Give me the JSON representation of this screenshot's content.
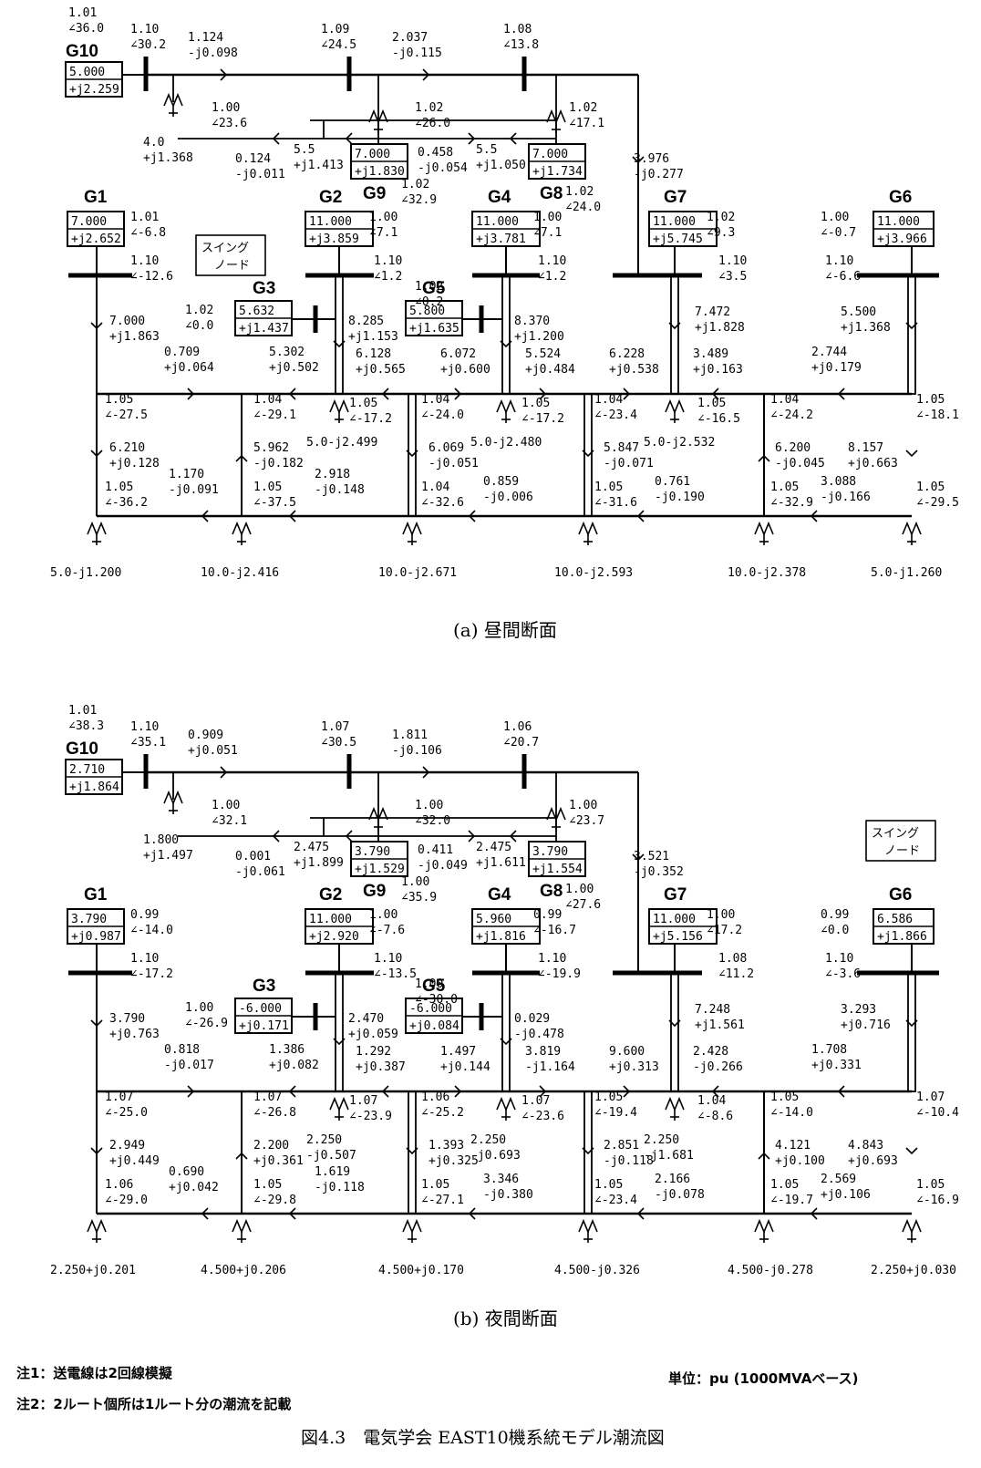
{
  "panels": [
    {
      "caption": "(a) 昼間断面",
      "boxes": {
        "G10": [
          "5.000",
          "+j2.259"
        ],
        "G9": [
          "7.000",
          "+j1.830"
        ],
        "G8": [
          "7.000",
          "+j1.734"
        ],
        "G1": [
          "7.000",
          "+j2.652"
        ],
        "G2": [
          "11.000",
          "+j3.859"
        ],
        "G4": [
          "11.000",
          "+j3.781"
        ],
        "G7": [
          "11.000",
          "+j5.745"
        ],
        "G6": [
          "11.000",
          "+j3.966"
        ],
        "G3": [
          "5.632",
          "+j1.437"
        ],
        "G5": [
          "5.800",
          "+j1.635"
        ]
      },
      "swing": [
        "スイング",
        "ノード"
      ],
      "texts": {
        "v_g10_term": [
          "1.01",
          "∠36.0"
        ],
        "v_bus_g10": [
          "1.10",
          "∠30.2"
        ],
        "flow_top1": [
          "1.124",
          "-j0.098"
        ],
        "v_bus_top2": [
          "1.09",
          "∠24.5"
        ],
        "flow_top2": [
          "2.037",
          "-j0.115"
        ],
        "v_bus_top3": [
          "1.08",
          "∠13.8"
        ],
        "v_load_a": [
          "1.00",
          "∠23.6"
        ],
        "v_load_b": [
          "1.02",
          "∠26.0"
        ],
        "v_load_c": [
          "1.02",
          "∠17.1"
        ],
        "load_a": [
          "4.0",
          "+j1.368"
        ],
        "flow_mid1": [
          "0.124",
          "-j0.011"
        ],
        "flow_mid2": [
          "5.5",
          "+j1.413"
        ],
        "flow_mid3": [
          "0.458",
          "-j0.054"
        ],
        "flow_mid4": [
          "5.5",
          "+j1.050"
        ],
        "flow_tie": [
          "3.976",
          "-j0.277"
        ],
        "v_g9_term": [
          "1.02",
          "∠32.9"
        ],
        "v_g8_term": [
          "1.02",
          "∠24.0"
        ],
        "v_g1_term": [
          "1.01",
          "∠-6.8"
        ],
        "v_g2_term": [
          "1.00",
          "∠7.1"
        ],
        "v_g4_term": [
          "1.00",
          "∠7.1"
        ],
        "v_g7_term": [
          "1.02",
          "∠9.3"
        ],
        "v_g6_term": [
          "1.00",
          "∠-0.7"
        ],
        "v_bus_g1": [
          "1.10",
          "∠-12.6"
        ],
        "v_bus_g2": [
          "1.10",
          "∠1.2"
        ],
        "v_bus_g4": [
          "1.10",
          "∠1.2"
        ],
        "v_bus_g7": [
          "1.10",
          "∠3.5"
        ],
        "v_bus_g6": [
          "1.10",
          "∠-6.6"
        ],
        "v_g3_term": [
          "1.02",
          "∠0.0"
        ],
        "v_g5_term": [
          "1.02",
          "∠0.2"
        ],
        "flow_g1": [
          "7.000",
          "+j1.863"
        ],
        "flow_g2": [
          "8.285",
          "+j1.153"
        ],
        "flow_g4": [
          "8.370",
          "+j1.200"
        ],
        "flow_g7": [
          "7.472",
          "+j1.828"
        ],
        "flow_g6": [
          "5.500",
          "+j1.368"
        ],
        "flow_s1": [
          "0.709",
          "+j0.064"
        ],
        "flow_s2": [
          "5.302",
          "+j0.502"
        ],
        "flow_s3": [
          "6.128",
          "+j0.565"
        ],
        "flow_s4": [
          "6.072",
          "+j0.600"
        ],
        "flow_s5": [
          "5.524",
          "+j0.484"
        ],
        "flow_s6": [
          "6.228",
          "+j0.538"
        ],
        "flow_s7": [
          "3.489",
          "+j0.163"
        ],
        "flow_s8": [
          "2.744",
          "+j0.179"
        ],
        "v_ub1": [
          "1.05",
          "∠-27.5"
        ],
        "v_ub2": [
          "1.04",
          "∠-29.1"
        ],
        "v_ub3": [
          "1.05",
          "∠-17.2"
        ],
        "v_ub4": [
          "1.04",
          "∠-24.0"
        ],
        "v_ub5": [
          "1.05",
          "∠-17.2"
        ],
        "v_ub6": [
          "1.04",
          "∠-23.4"
        ],
        "v_ub7": [
          "1.05",
          "∠-16.5"
        ],
        "v_ub8": [
          "1.04",
          "∠-24.2"
        ],
        "v_ub9": [
          "1.05",
          "∠-18.1"
        ],
        "load_u1": [
          "5.0-j2.499"
        ],
        "load_u2": [
          "5.0-j2.480"
        ],
        "load_u3": [
          "5.0-j2.532"
        ],
        "flow_d1": [
          "6.210",
          "+j0.128"
        ],
        "flow_d2": [
          "5.962",
          "-j0.182"
        ],
        "flow_d3": [
          "6.069",
          "-j0.051"
        ],
        "flow_d4": [
          "5.847",
          "-j0.071"
        ],
        "flow_d5": [
          "6.200",
          "-j0.045"
        ],
        "flow_d6": [
          "8.157",
          "+j0.663"
        ],
        "flow_b1": [
          "1.170",
          "-j0.091"
        ],
        "flow_b2": [
          "2.918",
          "-j0.148"
        ],
        "flow_b3": [
          "0.859",
          "-j0.006"
        ],
        "flow_b4": [
          "0.761",
          "-j0.190"
        ],
        "flow_b5": [
          "3.088",
          "-j0.166"
        ],
        "v_lb1": [
          "1.05",
          "∠-36.2"
        ],
        "v_lb2": [
          "1.05",
          "∠-37.5"
        ],
        "v_lb3": [
          "1.04",
          "∠-32.6"
        ],
        "v_lb4": [
          "1.05",
          "∠-31.6"
        ],
        "v_lb5": [
          "1.05",
          "∠-32.9"
        ],
        "v_lb6": [
          "1.05",
          "∠-29.5"
        ],
        "load_b1": [
          "5.0-j1.200"
        ],
        "load_b2": [
          "10.0-j2.416"
        ],
        "load_b3": [
          "10.0-j2.671"
        ],
        "load_b4": [
          "10.0-j2.593"
        ],
        "load_b5": [
          "10.0-j2.378"
        ],
        "load_b6": [
          "5.0-j1.260"
        ]
      }
    },
    {
      "caption": "(b) 夜間断面",
      "boxes": {
        "G10": [
          "2.710",
          "+j1.864"
        ],
        "G9": [
          "3.790",
          "+j1.529"
        ],
        "G8": [
          "3.790",
          "+j1.554"
        ],
        "G1": [
          "3.790",
          "+j0.987"
        ],
        "G2": [
          "11.000",
          "+j2.920"
        ],
        "G4": [
          "5.960",
          "+j1.816"
        ],
        "G7": [
          "11.000",
          "+j5.156"
        ],
        "G6": [
          "6.586",
          "+j1.866"
        ],
        "G3": [
          "-6.000",
          "+j0.171"
        ],
        "G5": [
          "-6.000",
          "+j0.084"
        ]
      },
      "swing": [
        "スイング",
        "ノード"
      ],
      "texts": {
        "v_g10_term": [
          "1.01",
          "∠38.3"
        ],
        "v_bus_g10": [
          "1.10",
          "∠35.1"
        ],
        "flow_top1": [
          "0.909",
          "+j0.051"
        ],
        "v_bus_top2": [
          "1.07",
          "∠30.5"
        ],
        "flow_top2": [
          "1.811",
          "-j0.106"
        ],
        "v_bus_top3": [
          "1.06",
          "∠20.7"
        ],
        "v_load_a": [
          "1.00",
          "∠32.1"
        ],
        "v_load_b": [
          "1.00",
          "∠32.0"
        ],
        "v_load_c": [
          "1.00",
          "∠23.7"
        ],
        "load_a": [
          "1.800",
          "+j1.497"
        ],
        "flow_mid1": [
          "0.001",
          "-j0.061"
        ],
        "flow_mid2": [
          "2.475",
          "+j1.899"
        ],
        "flow_mid3": [
          "0.411",
          "-j0.049"
        ],
        "flow_mid4": [
          "2.475",
          "+j1.611"
        ],
        "flow_tie": [
          "3.521",
          "-j0.352"
        ],
        "v_g9_term": [
          "1.00",
          "∠35.9"
        ],
        "v_g8_term": [
          "1.00",
          "∠27.6"
        ],
        "v_g1_term": [
          "0.99",
          "∠-14.0"
        ],
        "v_g2_term": [
          "1.00",
          "∠-7.6"
        ],
        "v_g4_term": [
          "0.99",
          "∠-16.7"
        ],
        "v_g7_term": [
          "1.00",
          "∠17.2"
        ],
        "v_g6_term": [
          "0.99",
          "∠0.0"
        ],
        "v_bus_g1": [
          "1.10",
          "∠-17.2"
        ],
        "v_bus_g2": [
          "1.10",
          "∠-13.5"
        ],
        "v_bus_g4": [
          "1.10",
          "∠-19.9"
        ],
        "v_bus_g7": [
          "1.08",
          "∠11.2"
        ],
        "v_bus_g6": [
          "1.10",
          "∠-3.6"
        ],
        "v_g3_term": [
          "1.00",
          "∠-26.9"
        ],
        "v_g5_term": [
          "1.00",
          "∠-30.0"
        ],
        "flow_g1": [
          "3.790",
          "+j0.763"
        ],
        "flow_g2": [
          "2.470",
          "+j0.059"
        ],
        "flow_g4": [
          "0.029",
          "-j0.478"
        ],
        "flow_g7": [
          "7.248",
          "+j1.561"
        ],
        "flow_g6": [
          "3.293",
          "+j0.716"
        ],
        "flow_s1": [
          "0.818",
          "-j0.017"
        ],
        "flow_s2": [
          "1.386",
          "+j0.082"
        ],
        "flow_s3": [
          "1.292",
          "+j0.387"
        ],
        "flow_s4": [
          "1.497",
          "+j0.144"
        ],
        "flow_s5": [
          "3.819",
          "-j1.164"
        ],
        "flow_s6": [
          "9.600",
          "+j0.313"
        ],
        "flow_s7": [
          "2.428",
          "-j0.266"
        ],
        "flow_s8": [
          "1.708",
          "+j0.331"
        ],
        "v_ub1": [
          "1.07",
          "∠-25.0"
        ],
        "v_ub2": [
          "1.07",
          "∠-26.8"
        ],
        "v_ub3": [
          "1.07",
          "∠-23.9"
        ],
        "v_ub4": [
          "1.06",
          "∠-25.2"
        ],
        "v_ub5": [
          "1.07",
          "∠-23.6"
        ],
        "v_ub6": [
          "1.05",
          "∠-19.4"
        ],
        "v_ub7": [
          "1.04",
          "∠-8.6"
        ],
        "v_ub8": [
          "1.05",
          "∠-14.0"
        ],
        "v_ub9": [
          "1.07",
          "∠-10.4"
        ],
        "load_u1": [
          "2.250",
          "-j0.507"
        ],
        "load_u2": [
          "2.250",
          "-j0.693"
        ],
        "load_u3": [
          "2.250",
          "-j1.681"
        ],
        "flow_d1": [
          "2.949",
          "+j0.449"
        ],
        "flow_d2": [
          "2.200",
          "+j0.361"
        ],
        "flow_d3": [
          "1.393",
          "+j0.325"
        ],
        "flow_d4": [
          "2.851",
          "-j0.118"
        ],
        "flow_d5": [
          "4.121",
          "+j0.100"
        ],
        "flow_d6": [
          "4.843",
          "+j0.693"
        ],
        "flow_b1": [
          "0.690",
          "+j0.042"
        ],
        "flow_b2": [
          "1.619",
          "-j0.118"
        ],
        "flow_b3": [
          "3.346",
          "-j0.380"
        ],
        "flow_b4": [
          "2.166",
          "-j0.078"
        ],
        "flow_b5": [
          "2.569",
          "+j0.106"
        ],
        "v_lb1": [
          "1.06",
          "∠-29.0"
        ],
        "v_lb2": [
          "1.05",
          "∠-29.8"
        ],
        "v_lb3": [
          "1.05",
          "∠-27.1"
        ],
        "v_lb4": [
          "1.05",
          "∠-23.4"
        ],
        "v_lb5": [
          "1.05",
          "∠-19.7"
        ],
        "v_lb6": [
          "1.05",
          "∠-16.9"
        ],
        "load_b1": [
          "2.250+j0.201"
        ],
        "load_b2": [
          "4.500+j0.206"
        ],
        "load_b3": [
          "4.500+j0.170"
        ],
        "load_b4": [
          "4.500-j0.326"
        ],
        "load_b5": [
          "4.500-j0.278"
        ],
        "load_b6": [
          "2.250+j0.030"
        ]
      }
    }
  ],
  "gen_labels": {
    "G10": "G10",
    "G9": "G9",
    "G8": "G8",
    "G1": "G1",
    "G2": "G2",
    "G4": "G4",
    "G7": "G7",
    "G6": "G6",
    "G3": "G3",
    "G5": "G5"
  },
  "notes": {
    "note1": "注1：送電線は2回線模擬",
    "note2": "注2：2ルート個所は1ルート分の潮流を記載",
    "unit": "単位：pu (1000MVAベース)"
  },
  "figure_caption": "図4.3　電気学会 EAST10機系統モデル潮流図"
}
